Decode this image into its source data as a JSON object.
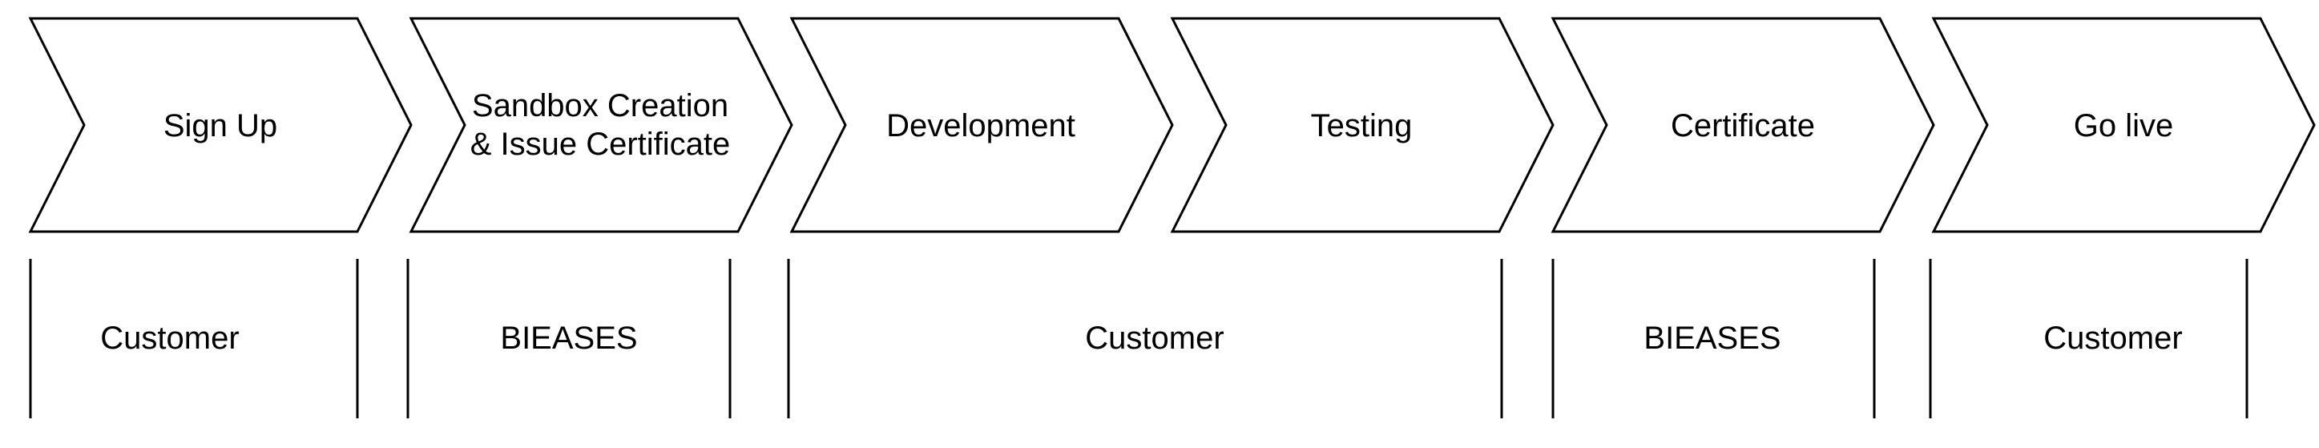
{
  "stages": [
    {
      "lines": [
        "Sign Up"
      ]
    },
    {
      "lines": [
        "Sandbox Creation",
        "& Issue Certificate"
      ]
    },
    {
      "lines": [
        "Development"
      ]
    },
    {
      "lines": [
        "Testing"
      ]
    },
    {
      "lines": [
        "Certificate"
      ]
    },
    {
      "lines": [
        "Go live"
      ]
    }
  ],
  "owners": [
    {
      "label": "Customer"
    },
    {
      "label": "BIEASES"
    },
    {
      "label": "Customer"
    },
    {
      "label": "BIEASES"
    },
    {
      "label": "Customer"
    }
  ],
  "colors": {
    "stroke": "#000000",
    "fill": "#ffffff",
    "text": "#000000"
  }
}
